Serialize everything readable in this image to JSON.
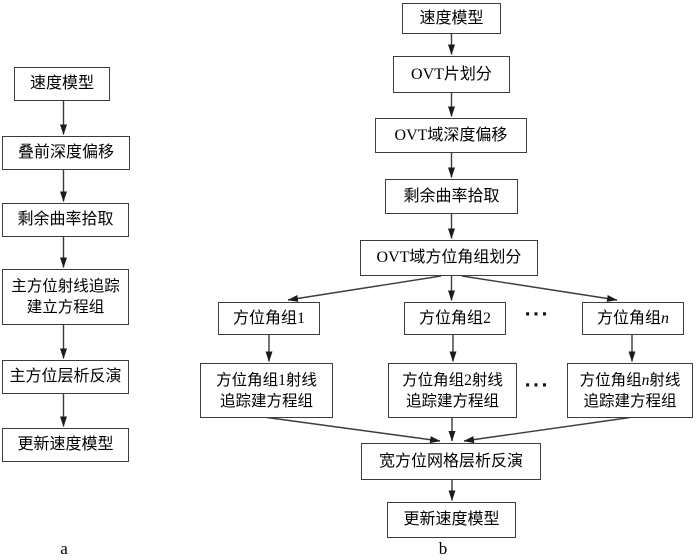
{
  "figure": {
    "line_color": "#3c3c3c",
    "arrow_color": "#1c1c1c",
    "background": "#ffffff"
  },
  "panel_a": {
    "caption": "a",
    "velocity_model": "速度模型",
    "prestack_depth_migration": "叠前深度偏移",
    "residual_curvature_picking": "剩余曲率拾取",
    "main_azimuth_ray_tracing_line1": "主方位射线追踪",
    "main_azimuth_ray_tracing_line2": "建立方程组",
    "main_azimuth_tomography": "主方位层析反演",
    "update_velocity_model": "更新速度模型"
  },
  "panel_b": {
    "caption": "b",
    "velocity_model": "速度模型",
    "ovt_tile_division": "OVT片划分",
    "ovt_depth_migration": "OVT域深度偏移",
    "residual_curvature_picking": "剩余曲率拾取",
    "ovt_azimuth_group_division": "OVT域方位角组划分",
    "azimuth_group_1": "方位角组1",
    "azimuth_group_2": "方位角组2",
    "azimuth_group_n_prefix": "方位角组",
    "azimuth_group_n_var": "n",
    "ellipsis_row1": "···",
    "ellipsis_row2": "···",
    "group1_ray_line1": "方位角组1射线",
    "group1_ray_line2": "追踪建方程组",
    "group2_ray_line1": "方位角组2射线",
    "group2_ray_line2": "追踪建方程组",
    "groupn_ray_prefix": "方位角组",
    "groupn_ray_var": "n",
    "groupn_ray_suffix": "射线",
    "groupn_ray_line2": "追踪建方程组",
    "wide_azimuth_grid_tomography": "宽方位网格层析反演",
    "update_velocity_model": "更新速度模型"
  }
}
